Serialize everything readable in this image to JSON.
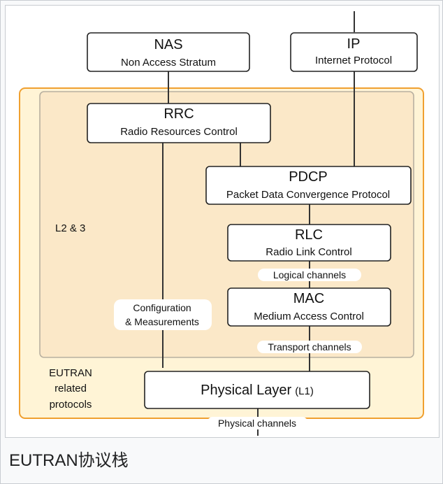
{
  "figure": {
    "caption": "EUTRAN协议栈",
    "colors": {
      "eutran_fill": "#fff4d6",
      "eutran_border": "#f0a030",
      "l23_fill": "#fbe8c8",
      "l23_border": "#b8b0a0",
      "frame_bg": "#f8f9fa",
      "border": "#c8ccd1"
    }
  },
  "diagram": {
    "nas": {
      "title": "NAS",
      "subtitle": "Non Access Stratum"
    },
    "ip": {
      "title": "IP",
      "subtitle": "Internet Protocol"
    },
    "rrc": {
      "title": "RRC",
      "subtitle": "Radio Resources Control"
    },
    "pdcp": {
      "title": "PDCP",
      "subtitle": "Packet Data Convergence Protocol"
    },
    "rlc": {
      "title": "RLC",
      "subtitle": "Radio Link Control"
    },
    "mac": {
      "title": "MAC",
      "subtitle": "Medium Access Control"
    },
    "phy": {
      "title": "Physical Layer",
      "suffix": "(L1)"
    },
    "region_l23": "L2 & 3",
    "region_eutran": [
      "EUTRAN",
      "related",
      "protocols"
    ],
    "labels": {
      "logical_channels": "Logical channels",
      "transport_channels": "Transport channels",
      "physical_channels": "Physical channels",
      "config_measurements": [
        "Configuration",
        "& Measurements"
      ]
    }
  }
}
